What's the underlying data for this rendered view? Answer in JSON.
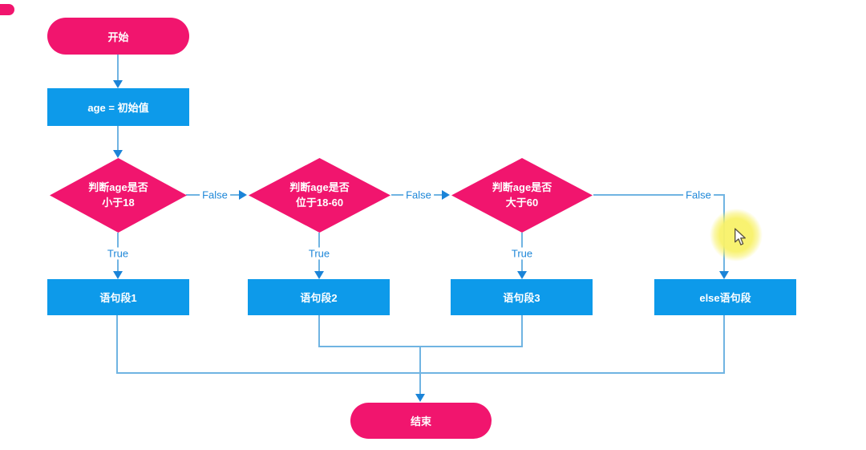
{
  "diagram": {
    "colors": {
      "node_pink": "#F1156E",
      "node_blue": "#0D9AEA",
      "connector": "#70B4E2",
      "arrowhead": "#1B84D8",
      "edge_label_blue": "#1E87D8",
      "cursor_highlight_yellow": "#F8F169",
      "background": "#FFFFFF"
    },
    "nodes": {
      "start": {
        "label": "开始"
      },
      "init": {
        "label": "age = 初始值"
      },
      "decision1": {
        "line1": "判断age是否",
        "line2": "小于18"
      },
      "decision2": {
        "line1": "判断age是否",
        "line2": "位于18-60"
      },
      "decision3": {
        "line1": "判断age是否",
        "line2": "大于60"
      },
      "stmt1": {
        "label": "语句段1"
      },
      "stmt2": {
        "label": "语句段2"
      },
      "stmt3": {
        "label": "语句段3"
      },
      "stmt_else": {
        "label": "else语句段"
      },
      "end": {
        "label": "结束"
      }
    },
    "edge_labels": {
      "true1": "True",
      "true2": "True",
      "true3": "True",
      "false1": "False",
      "false2": "False",
      "false3": "False"
    }
  }
}
